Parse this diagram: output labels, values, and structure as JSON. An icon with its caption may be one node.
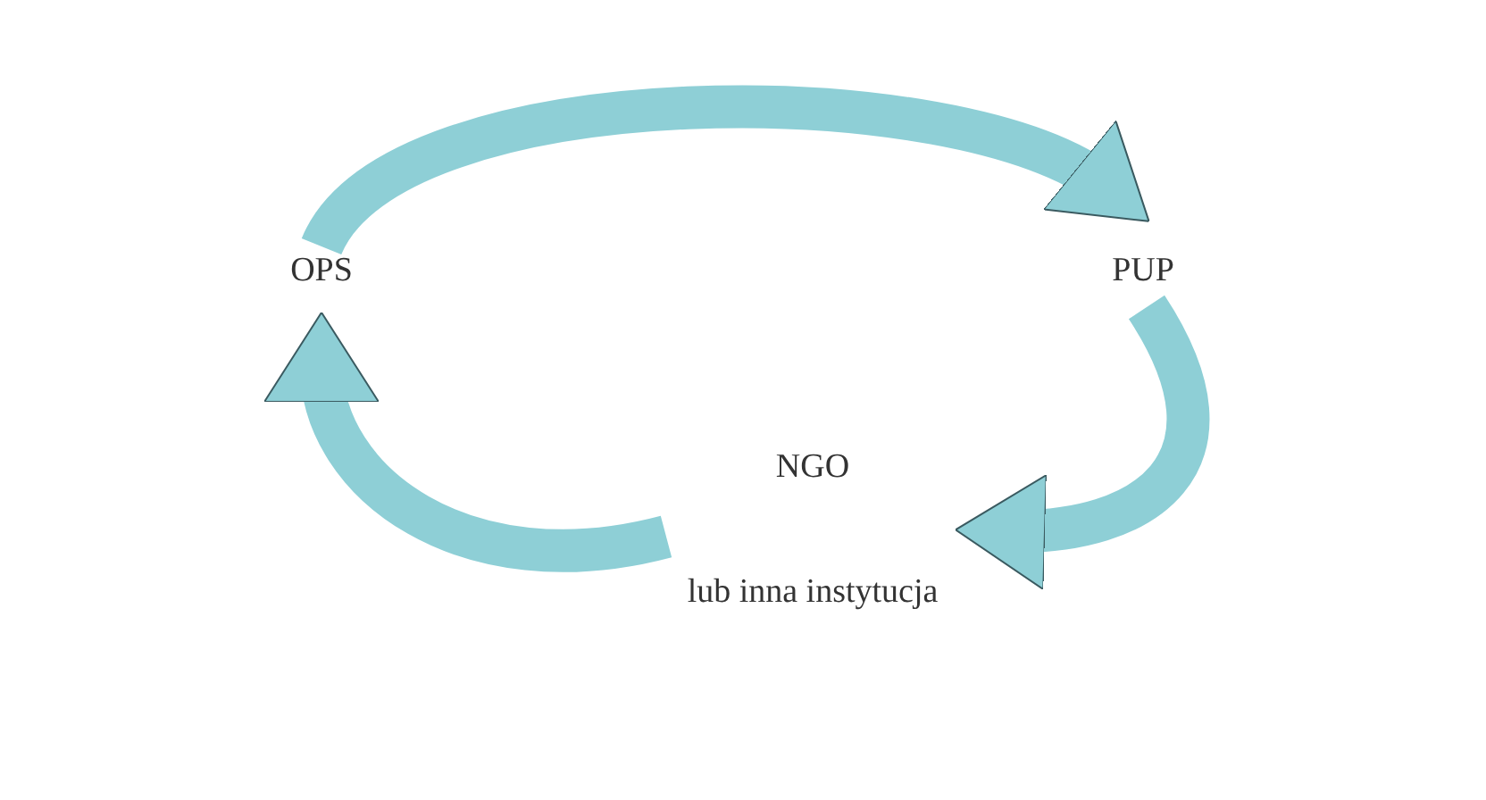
{
  "diagram": {
    "nodes": [
      {
        "text": [
          "OPS"
        ]
      },
      {
        "text": [
          "PUP"
        ]
      },
      {
        "text": [
          "NGO",
          "lub inna instytucja"
        ]
      }
    ],
    "edges": [
      {
        "from": 0,
        "to": 1,
        "arrow": "to"
      },
      {
        "from": 1,
        "to": 2,
        "arrow": "to"
      },
      {
        "from": 2,
        "to": 0,
        "arrow": "to"
      }
    ]
  }
}
